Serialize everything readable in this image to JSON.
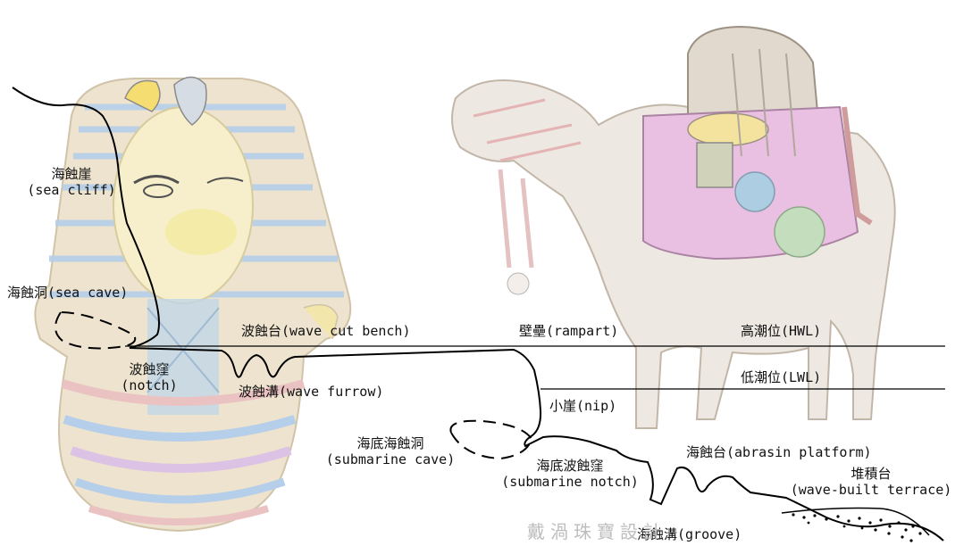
{
  "labels": {
    "sea_cliff": [
      "海蝕崖",
      "(sea cliff)"
    ],
    "sea_cave": "海蝕洞(sea cave)",
    "notch": [
      "波蝕窪",
      "(notch)"
    ],
    "wave_cut_bench": "波蝕台(wave cut bench)",
    "wave_furrow": "波蝕溝(wave furrow)",
    "rampart": "壁壘(rampart)",
    "hwl": "高潮位(HWL)",
    "lwl": "低潮位(LWL)",
    "nip": "小崖(nip)",
    "submarine_cave": [
      "海底海蝕洞",
      "(submarine cave)"
    ],
    "submarine_notch": [
      "海底波蝕窪",
      "(submarine notch)"
    ],
    "abrasion_platform": "海蝕台(abrasin platform)",
    "wave_built_terrace": [
      "堆積台",
      "(wave-built terrace)"
    ],
    "groove": "海蝕溝(groove)"
  },
  "watermark": "戴渦珠寶設計",
  "colors": {
    "line": "#000000",
    "pharaoh_gold": "#f3df8e",
    "pharaoh_blue": "#a9c6e6",
    "camel": "#d9cbbd",
    "blanket": "#d9a6d6"
  }
}
